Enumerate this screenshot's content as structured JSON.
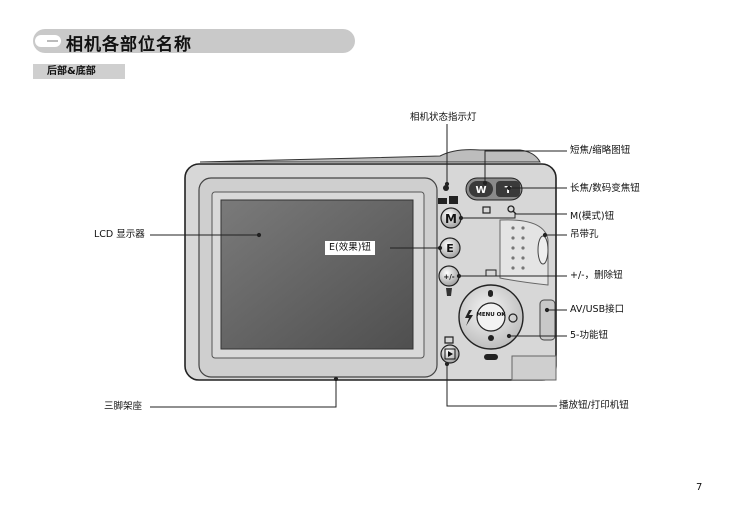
{
  "header": {
    "title": "相机各部位名称"
  },
  "section": {
    "label": "后部&底部"
  },
  "labels": {
    "status_lamp": "相机状态指示灯",
    "zoom_w": "短焦/缩略图钮",
    "zoom_t": "长焦/数码变焦钮",
    "mode_button": "M(模式)钮",
    "strap_eyelet": "吊带孔",
    "lcd": "LCD 显示器",
    "e_button": "E(效果)钮",
    "plus_minus_delete": "+/-，删除钮",
    "av_usb": "AV/USB接口",
    "five_function": "5-功能钮",
    "tripod": "三脚架座",
    "play_print": "播放钮/打印机钮"
  },
  "camera": {
    "w_key": "W",
    "t_key": "T",
    "m_key": "M",
    "e_key": "E",
    "menu_ok": "MENU OK",
    "pm_key": "+/-"
  },
  "page": {
    "number": "7"
  }
}
